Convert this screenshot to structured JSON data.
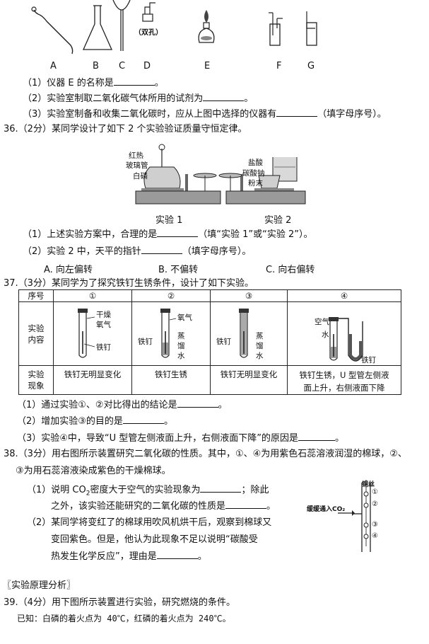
{
  "apparatus_labels": [
    "A",
    "B",
    "C",
    "D",
    "E",
    "F",
    "G"
  ],
  "apparatus_note": "（双孔）",
  "q35": {
    "item1": "（1）仪器 E 的名称是",
    "item1_end": "。",
    "item2": "（2）实验室制取二氧化碳气体所用的试剂为",
    "item2_end": "。",
    "item3": "（3）实验室制备和收集二氧化碳时，应从上图中选择的仪器有",
    "item3_end": "（填字母序号）。"
  },
  "q36": {
    "stem": "36.（2分）某同学设计了如下 2 个实验验证质量守恒定律。",
    "exp1_labels": [
      "红热",
      "玻璃管",
      "白磷"
    ],
    "exp2_labels": [
      "盐酸",
      "碳酸钠",
      "粉末"
    ],
    "exp1_caption": "实验 1",
    "exp2_caption": "实验 2",
    "item1": "（1）上述实验方案中，合理的是",
    "item1_end": "（填“实验 1”或“实验 2”）。",
    "item2": "（2）实验 2 中，天平的指针",
    "item2_end": "（填字母序号）。",
    "options": [
      "A. 向左偏转",
      "B. 不偏转",
      "C. 向右偏转"
    ]
  },
  "q37": {
    "stem": "37.（3分）某同学为了探究铁钉生锈条件，设计了如下实验。",
    "header_label": "序号",
    "columns": [
      "①",
      "②",
      "③",
      "④"
    ],
    "row_content_label": [
      "实验",
      "内容"
    ],
    "row_result_label": [
      "实验",
      "现象"
    ],
    "tube1_labels": [
      "干燥",
      "氧气",
      "铁钉"
    ],
    "tube2_labels": [
      "氧气",
      "铁钉",
      "蒸",
      "馏",
      "水"
    ],
    "tube3_labels": [
      "铁钉",
      "蒸",
      "馏",
      "水"
    ],
    "tube4_labels": [
      "空气",
      "水",
      "铁钉"
    ],
    "results": [
      "铁钉无明显变化",
      "铁钉生锈",
      "铁钉无明显变化",
      "铁钉生锈，U 型管左侧液面上升，右侧液面下降"
    ],
    "result4_line1": "铁钉生锈，U 型管左侧液",
    "result4_line2": "面上升，右侧液面下降",
    "item1": "（1）通过实验①、②对比得出的结论是",
    "item1_end": "。",
    "item2": "（2）增加实验③的目的是",
    "item2_end": "。",
    "item3": "（3）实验④中，导致“U 型管左侧液面上升，右侧液面下降”的原因是",
    "item3_end": "。"
  },
  "q38": {
    "stem_line1": "38.（3分）用右图所示装置研究二氧化碳的性质。其中，①、④为用紫色石蕊溶液润湿的棉球，②、",
    "stem_line2": "③为用石蕊溶液染成紫色的干燥棉球。",
    "item1_line1a": "（1）说明 CO",
    "item1_sub": "2",
    "item1_line1b": "密度大于空气的实验现象为",
    "item1_line1c": "；除此",
    "item1_line2": "之外，该实验还能研究的二氧化碳的性质是",
    "item1_line2_end": "。",
    "item2_line1": "（2）某同学将变红了的棉球用吹风机烘干后，观察到棉球又",
    "item2_line2": "变回紫色。但是，他认为此现象不足以说明“碳酸受",
    "item2_line3": "热发生化学反应”，理由是",
    "item2_line3_end": "。",
    "fig_wire_label": "铜丝",
    "fig_inlet_label": "缓缓通入CO₂",
    "fig_ball_labels": [
      "①",
      "②",
      "③",
      "④"
    ]
  },
  "section_title": "〖实验原理分析〗",
  "q39": {
    "stem": "39.（4分）用下图所示装置进行实验，研究燃烧的条件。",
    "known": "已知：白磷的着火点为 40℃，红磷的着火点为 240℃。"
  }
}
